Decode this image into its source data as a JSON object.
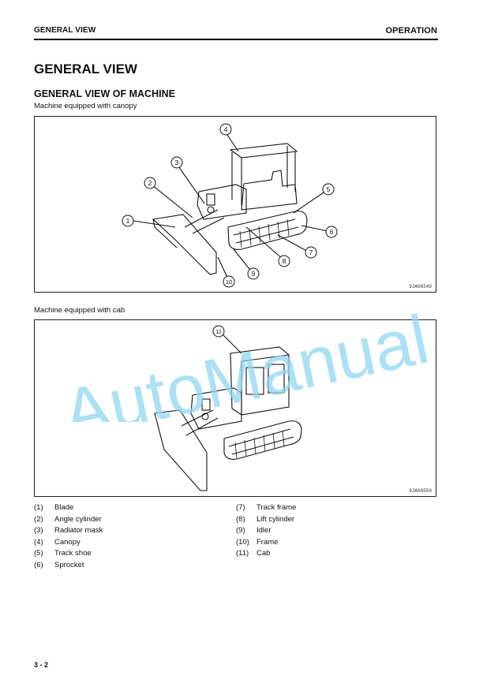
{
  "header": {
    "left": "GENERAL VIEW",
    "right": "OPERATION"
  },
  "title": "GENERAL VIEW",
  "subtitle": "GENERAL VIEW OF MACHINE",
  "figures": [
    {
      "caption": "Machine equipped with canopy",
      "code": "9JA06549",
      "callouts": [
        "1",
        "2",
        "3",
        "4",
        "5",
        "6",
        "7",
        "8",
        "9",
        "10"
      ]
    },
    {
      "caption": "Machine equipped with cab",
      "code": "9JA06550",
      "callouts": [
        "11"
      ]
    }
  ],
  "legend": {
    "left": [
      {
        "num": "(1)",
        "label": "Blade"
      },
      {
        "num": "(2)",
        "label": "Angle cylinder"
      },
      {
        "num": "(3)",
        "label": "Radiator mask"
      },
      {
        "num": "(4)",
        "label": "Canopy"
      },
      {
        "num": "(5)",
        "label": "Track shoe"
      },
      {
        "num": "(6)",
        "label": "Sprocket"
      }
    ],
    "right": [
      {
        "num": "(7)",
        "label": "Track frame"
      },
      {
        "num": "(8)",
        "label": "Lift cylinder"
      },
      {
        "num": "(9)",
        "label": "Idler"
      },
      {
        "num": "(10)",
        "label": "Frame"
      },
      {
        "num": "(11)",
        "label": "Cab"
      }
    ]
  },
  "page_number": "3 - 2",
  "watermark": {
    "text": "AutoManual",
    "color": "#8fd6f2"
  }
}
